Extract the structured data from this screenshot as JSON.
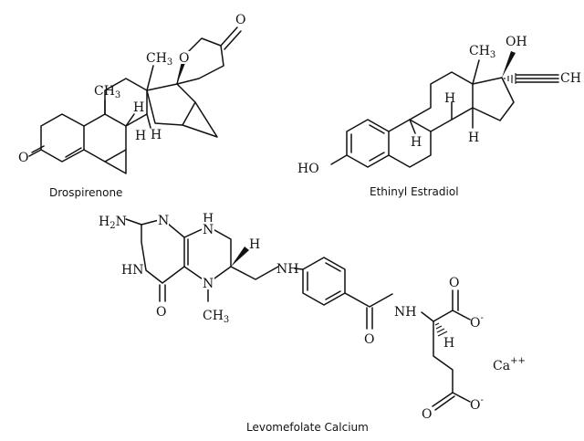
{
  "captions": {
    "drospirenone": "Drospirenone",
    "ethinyl_estradiol": "Ethinyl Estradiol",
    "levomefolate": "Levomefolate Calcium"
  },
  "drospirenone": {
    "O_lactone": "O",
    "O_carbonyl": "O",
    "O_ketone": "O",
    "CH3_18": "CH",
    "CH3_18_sub": "3",
    "CH3_19": "CH",
    "CH3_19_sub": "3",
    "H8": "H",
    "H9": "H",
    "H14": "H"
  },
  "ethinyl_estradiol": {
    "OH17": "OH",
    "CH_terminal": "CH",
    "CH3": "CH",
    "CH3_sub": "3",
    "HO": "HO",
    "H8": "H",
    "H9": "H",
    "H14": "H"
  },
  "levomefolate": {
    "H2N": "H",
    "H2N_sub": "2",
    "H2N_N": "N",
    "N_ring_top": "N",
    "N_ring_bottom": "N",
    "HN_left": "HN",
    "H_top": "H",
    "N_top": "N",
    "H_stereo": "H",
    "N5": "N",
    "CH3": "CH",
    "CH3_sub": "3",
    "O_oxo": "O",
    "NH_linker": "NH",
    "NH_amide": "NH",
    "O_amide": "O",
    "H_alpha": "H",
    "O_acid1_top": "O",
    "O_acid1_minus": "O",
    "minus1": "-",
    "O_acid2_bottom": "O",
    "O_acid2_minus": "O",
    "minus2": "-",
    "Ca": "Ca",
    "Ca_charge": "++"
  }
}
